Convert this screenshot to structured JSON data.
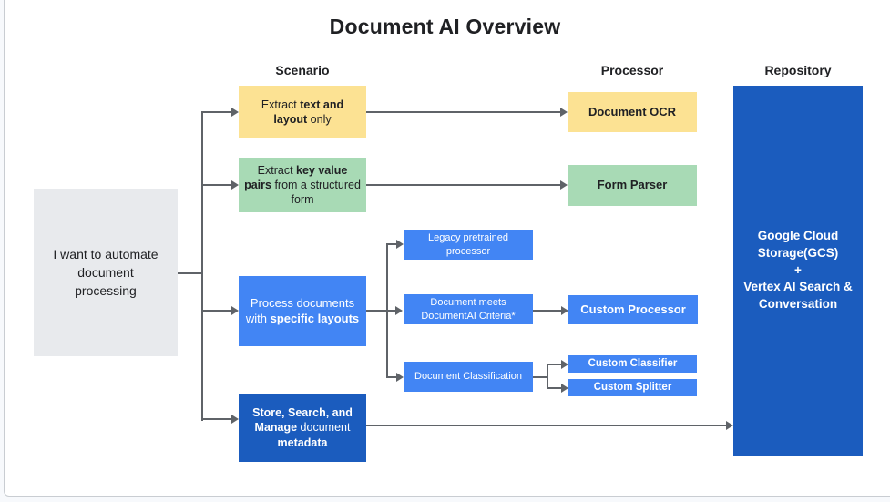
{
  "title": "Document AI Overview",
  "headers": {
    "scenario": "Scenario",
    "processor": "Processor",
    "repository": "Repository"
  },
  "start_box": {
    "text": "I want to automate document processing"
  },
  "scenario_extract_text": {
    "seg0": "Extract ",
    "seg1": "text and layout",
    "seg2": " only"
  },
  "processor_document_ocr": {
    "label": "Document OCR"
  },
  "scenario_extract_kv": {
    "seg0": "Extract ",
    "seg1": "key value pairs",
    "seg2": " from a structured form"
  },
  "processor_form_parser": {
    "label": "Form Parser"
  },
  "scenario_specific_layouts": {
    "seg0": "Process documents with ",
    "seg1": "specific layouts"
  },
  "branch_legacy": {
    "label": "Legacy pretrained processor"
  },
  "branch_criteria": {
    "label": "Document meets DocumentAI Criteria*"
  },
  "processor_custom_processor": {
    "label": "Custom Processor"
  },
  "branch_classification": {
    "label": "Document Classification"
  },
  "processor_custom_classifier": {
    "label": "Custom Classifier"
  },
  "processor_custom_splitter": {
    "label": "Custom Splitter"
  },
  "scenario_store_search": {
    "seg0": "Store, Search, and Manage",
    "seg1": " document ",
    "seg2": "metadata"
  },
  "repository_box": {
    "line1": "Google Cloud Storage(GCS)",
    "line2": "+",
    "line3": "Vertex AI Search & Conversation"
  },
  "colors": {
    "yellow": "#fce293",
    "green": "#a8dab5",
    "blue": "#4285f4",
    "dark_blue": "#1b5cbe",
    "gray_box": "#e8eaed",
    "connector": "#5f6368",
    "text_dark": "#202124"
  }
}
